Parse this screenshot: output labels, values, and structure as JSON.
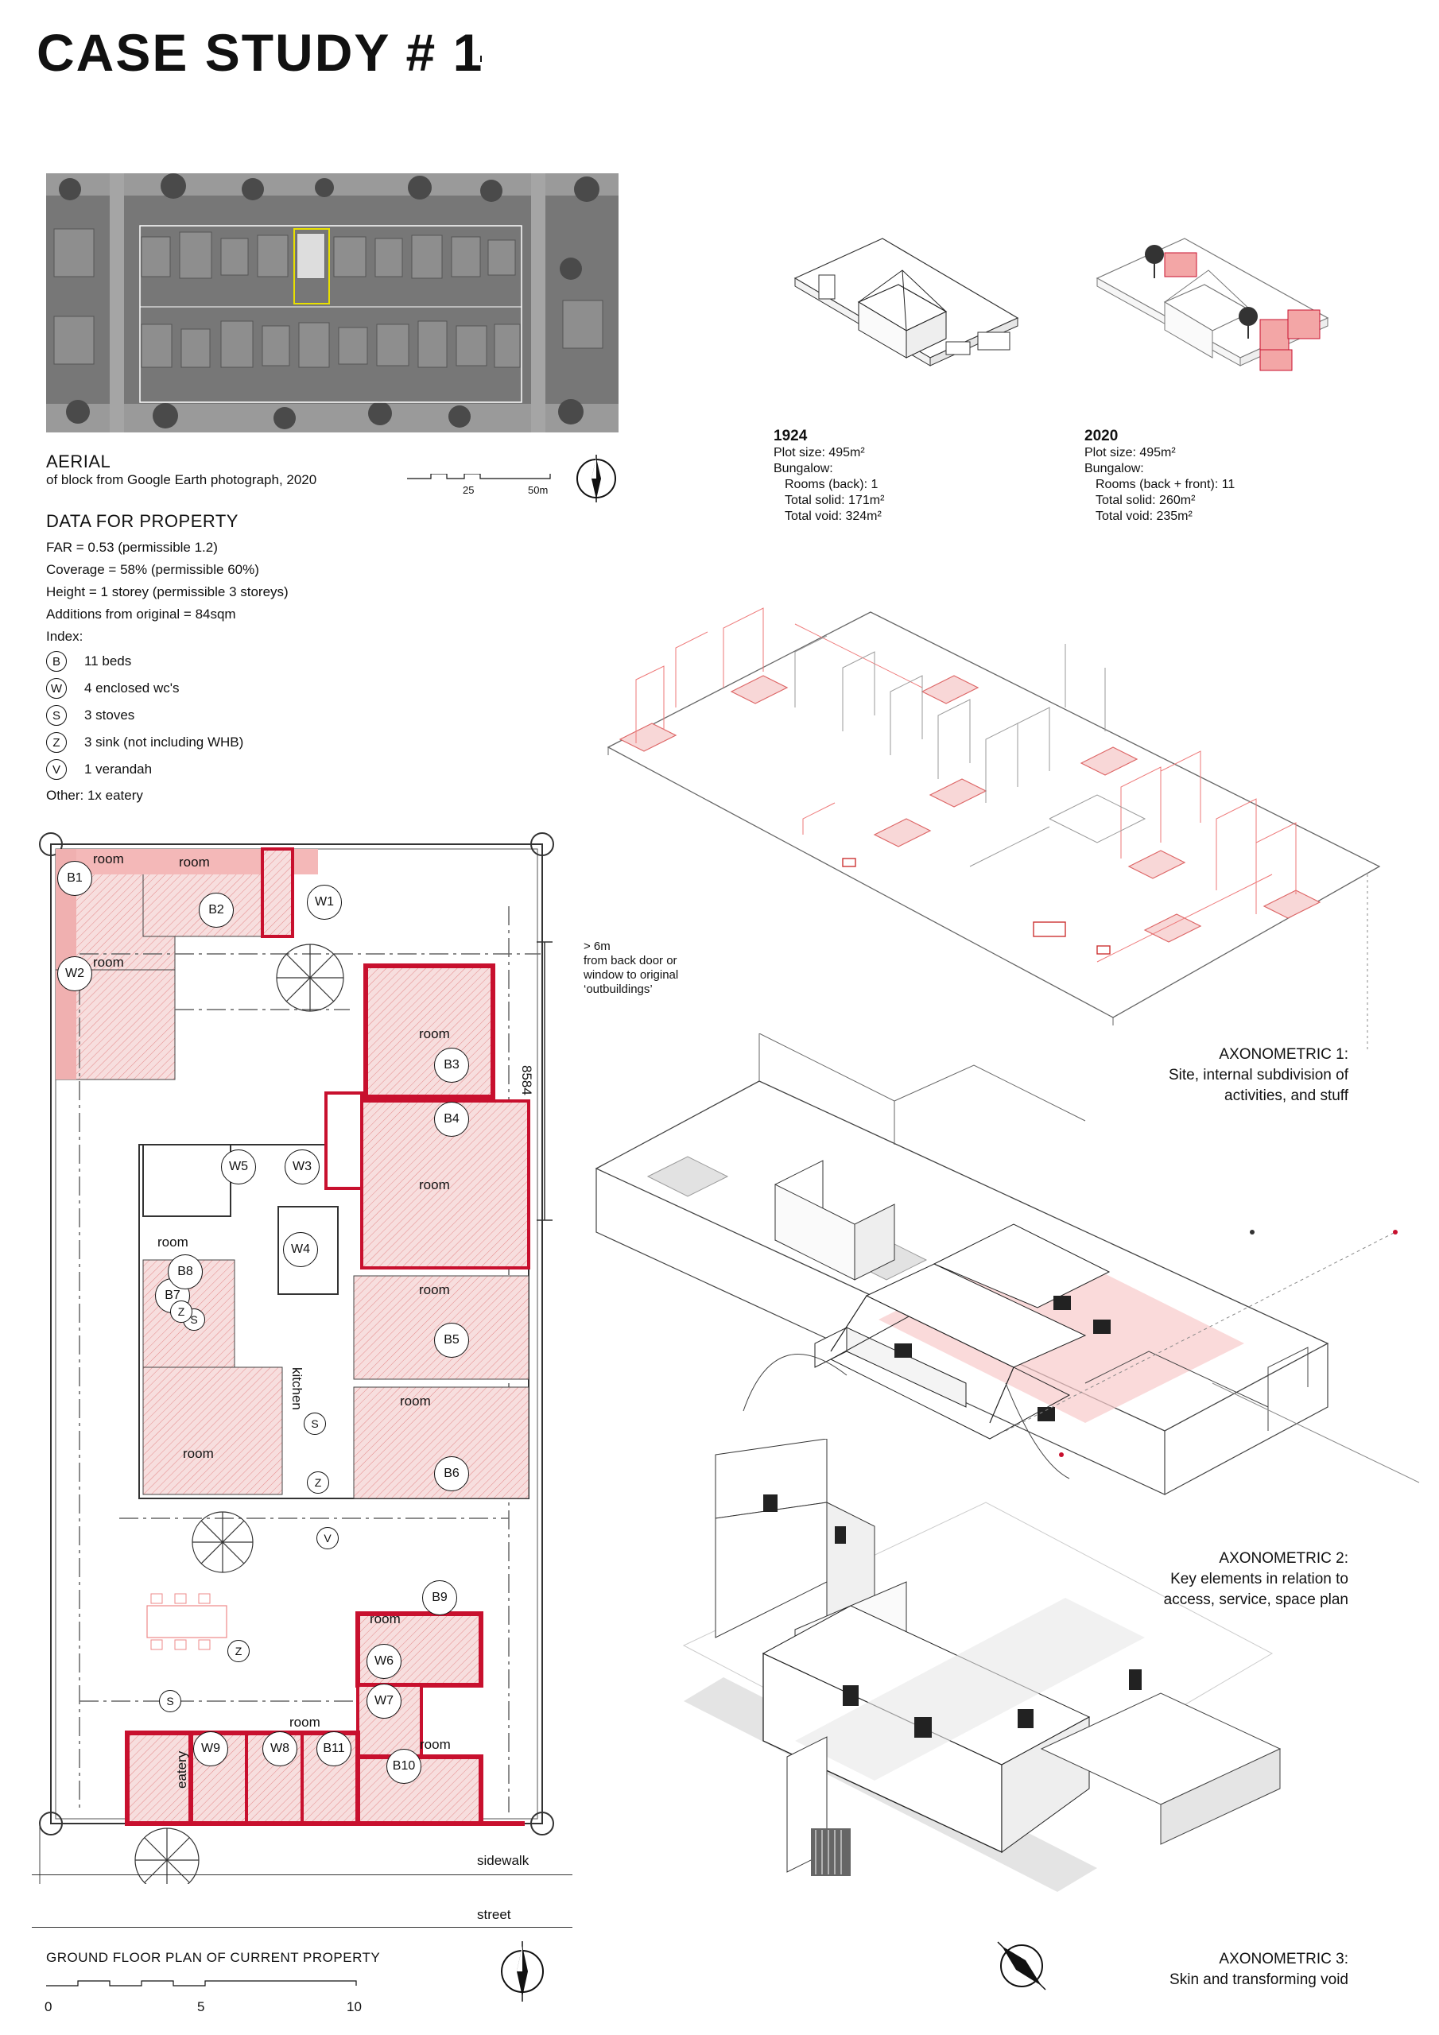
{
  "title": "CASE STUDY # 1",
  "aerial": {
    "heading": "AERIAL",
    "caption": "of block from Google Earth photograph, 2020",
    "scale_labels": [
      "25",
      "50m"
    ]
  },
  "data": {
    "heading": "DATA FOR PROPERTY",
    "items": [
      "FAR = 0.53 (permissible 1.2)",
      "Coverage = 58% (permissible 60%)",
      "Height = 1 storey (permissible 3 storeys)",
      "Additions from original = 84sqm"
    ],
    "index_label": "Index:",
    "index": [
      {
        "key": "B",
        "text": "11 beds"
      },
      {
        "key": "W",
        "text": "4 enclosed wc's"
      },
      {
        "key": "S",
        "text": "3 stoves"
      },
      {
        "key": "Z",
        "text": "3 sink (not including WHB)"
      },
      {
        "key": "V",
        "text": "1 verandah"
      }
    ],
    "other": "Other: 1x eatery"
  },
  "years": [
    {
      "year": "1924",
      "lines": [
        "Plot size: 495m²",
        "Bungalow:",
        "Rooms (back): 1",
        "Total solid: 171m²",
        "Total void: 324m²"
      ]
    },
    {
      "year": "2020",
      "lines": [
        "Plot size: 495m²",
        "Bungalow:",
        "Rooms (back + front): 11",
        "Total solid: 260m²",
        "Total void:  235m²"
      ]
    }
  ],
  "axonometrics": [
    {
      "title": "AXONOMETRIC 1:",
      "lines": [
        "Site, internal subdivision of",
        "activities, and stuff"
      ]
    },
    {
      "title": "AXONOMETRIC 2:",
      "lines": [
        "Key elements in relation to",
        "access, service, space plan"
      ]
    },
    {
      "title": "AXONOMETRIC 3:",
      "lines": [
        "Skin and transforming void"
      ]
    }
  ],
  "plan": {
    "caption": "GROUND FLOOR PLAN OF CURRENT PROPERTY",
    "scale_labels": [
      "0",
      "5",
      "10"
    ],
    "dimension": "8584",
    "note": [
      "> 6m",
      "from back door or",
      "window to original",
      "‘outbuildings’"
    ],
    "street_labels": [
      "sidewalk",
      "street"
    ],
    "room_word": "room",
    "kitchen": "kitchen",
    "eatery": "eatery",
    "markers": [
      "B1",
      "B2",
      "B3",
      "B4",
      "B5",
      "B6",
      "B7",
      "B8",
      "B9",
      "B10",
      "B11",
      "W1",
      "W2",
      "W3",
      "W4",
      "W5",
      "W6",
      "W7",
      "W8",
      "W9",
      "S",
      "S",
      "S",
      "Z",
      "Z",
      "Z",
      "V"
    ]
  },
  "colors": {
    "accent": "#c8102e",
    "hatch": "#f4cccc",
    "line": "#222222"
  }
}
